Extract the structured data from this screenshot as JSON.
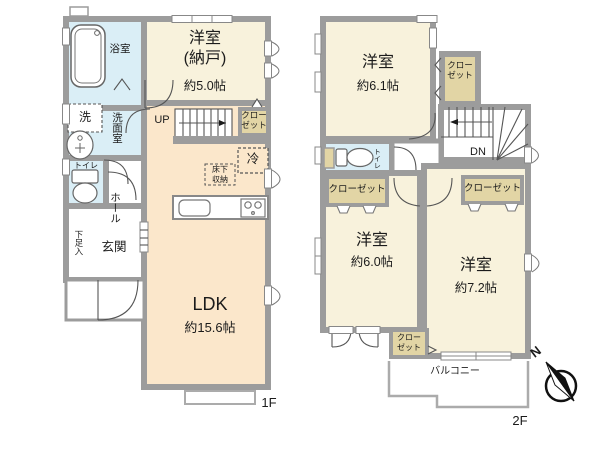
{
  "floor1": {
    "label": "1F",
    "bathroom": "浴室",
    "washroom": "洗面室",
    "laundry": "洗",
    "toilet": "トイレ",
    "hall": "ホール",
    "shoe_cabinet": "下足入",
    "entrance": "玄関",
    "storage_room_name": "洋室\n(納戸)",
    "storage_room_size": "約5.0帖",
    "stairs": "UP",
    "closet": "クロー\nゼット",
    "refrigerator": "冷",
    "underfloor_storage": "床下\n収納",
    "ldk_name": "LDK",
    "ldk_size": "約15.6帖"
  },
  "floor2": {
    "label": "2F",
    "room_a_name": "洋室",
    "room_a_size": "約6.1帖",
    "closet_a": "クロー\nゼット",
    "stairs": "DN",
    "toilet": "トイレ",
    "closet_b": "クローゼット",
    "closet_c": "クローゼット",
    "room_b_name": "洋室",
    "room_b_size": "約6.0帖",
    "room_c_name": "洋室",
    "room_c_size": "約7.2帖",
    "closet_d": "クロー\nゼット",
    "balcony": "バルコニー"
  },
  "compass": {
    "north": "N"
  },
  "colors": {
    "wall": "#9c9c9c",
    "room_cream": "#f8f2dc",
    "room_peach": "#fbe7cb",
    "wet_blue": "#daeef6",
    "closet_tan": "#e2d5a5",
    "line": "#555555",
    "thin_gray": "#ababab"
  }
}
